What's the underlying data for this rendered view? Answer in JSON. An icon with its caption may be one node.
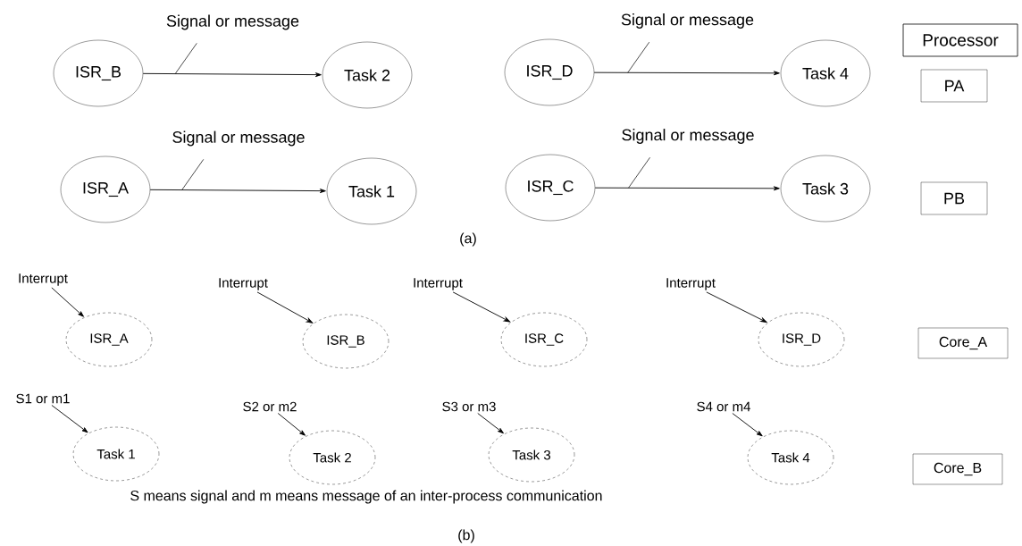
{
  "diagram": {
    "nodes": [
      {
        "text": [
          "ISR_B"
        ]
      },
      {
        "text": [
          "Task 2"
        ]
      },
      {
        "text": [
          "ISR_D"
        ]
      },
      {
        "text": [
          "Task 4"
        ]
      },
      {
        "text": [
          "Processor"
        ]
      },
      {
        "text": [
          "PA"
        ]
      },
      {
        "text": [
          "ISR_A"
        ]
      },
      {
        "text": [
          "Task 1"
        ]
      },
      {
        "text": [
          "ISR_C"
        ]
      },
      {
        "text": [
          "Task 3"
        ]
      },
      {
        "text": [
          "PB"
        ]
      },
      {
        "text": [
          "Interrupt"
        ]
      },
      {
        "text": [
          "Interrupt"
        ]
      },
      {
        "text": [
          "Interrupt"
        ]
      },
      {
        "text": [
          "Interrupt"
        ]
      },
      {
        "text": [
          "ISR_A"
        ]
      },
      {
        "text": [
          "ISR_B"
        ]
      },
      {
        "text": [
          "ISR_C"
        ]
      },
      {
        "text": [
          "ISR_D"
        ]
      },
      {
        "text": [
          "Core_A"
        ]
      },
      {
        "text": [
          "S1 or m1"
        ]
      },
      {
        "text": [
          "S2 or m2"
        ]
      },
      {
        "text": [
          "S3 or m3"
        ]
      },
      {
        "text": [
          "S4 or m4"
        ]
      },
      {
        "text": [
          "Task 1"
        ]
      },
      {
        "text": [
          "Task 2"
        ]
      },
      {
        "text": [
          "Task 3"
        ]
      },
      {
        "text": [
          "Task 4"
        ]
      },
      {
        "text": [
          "Core_B"
        ]
      }
    ],
    "edges": [
      {
        "from": 0,
        "to": 1,
        "arrow": "to",
        "label": "Signal or message"
      },
      {
        "from": 2,
        "to": 3,
        "arrow": "to",
        "label": "Signal or message"
      },
      {
        "from": 6,
        "to": 7,
        "arrow": "to",
        "label": "Signal or message"
      },
      {
        "from": 8,
        "to": 9,
        "arrow": "to",
        "label": "Signal or message"
      },
      {
        "from": 11,
        "to": 15,
        "arrow": "to"
      },
      {
        "from": 12,
        "to": 16,
        "arrow": "to"
      },
      {
        "from": 13,
        "to": 17,
        "arrow": "to"
      },
      {
        "from": 14,
        "to": 18,
        "arrow": "to"
      },
      {
        "from": 20,
        "to": 24,
        "arrow": "to"
      },
      {
        "from": 21,
        "to": 25,
        "arrow": "to"
      },
      {
        "from": 22,
        "to": 26,
        "arrow": "to"
      },
      {
        "from": 23,
        "to": 27,
        "arrow": "to"
      }
    ],
    "labels": [
      "(a)",
      "S means signal and m means message of an inter-process communication",
      "(b)"
    ]
  }
}
